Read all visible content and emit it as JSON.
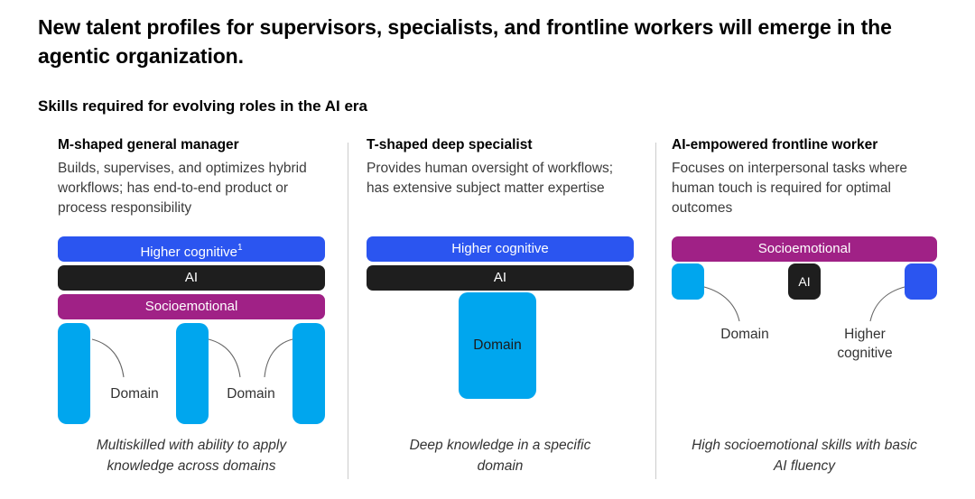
{
  "title": "New talent profiles for supervisors, specialists, and frontline workers will emerge in the agentic organization.",
  "section_heading": "Skills required for evolving roles in the AI era",
  "colors": {
    "blue": "#2b55f0",
    "black": "#1e1e1e",
    "magenta": "#a02186",
    "cyan": "#00a6ee",
    "divider": "#cccccc",
    "line": "#666666"
  },
  "columns": [
    {
      "heading": "M-shaped general manager",
      "description": "Builds, supervises, and optimizes hybrid workflows; has end-to-end product or process responsibility",
      "bars": [
        {
          "label": "Higher cognitive",
          "sup": "1"
        },
        {
          "label": "AI"
        },
        {
          "label": "Socioemotional"
        }
      ],
      "domain_label_left": "Domain",
      "domain_label_right": "Domain",
      "caption": "Multiskilled with ability to apply knowledge across domains"
    },
    {
      "heading": "T-shaped deep specialist",
      "description": "Provides human oversight of work­flows; has extensive subject matter expertise",
      "bars": [
        {
          "label": "Higher cognitive"
        },
        {
          "label": "AI"
        }
      ],
      "domain_block_label": "Domain",
      "caption": "Deep knowledge in a specific domain"
    },
    {
      "heading": "AI-empowered frontline worker",
      "description": "Focuses on interpersonal tasks where human touch is required for optimal outcomes",
      "bars": [
        {
          "label": "Socioemotional"
        }
      ],
      "ai_chip_label": "AI",
      "domain_label": "Domain",
      "higher_cognitive_label": "Higher cognitive",
      "caption": "High socioemotional skills with basic AI fluency"
    }
  ]
}
